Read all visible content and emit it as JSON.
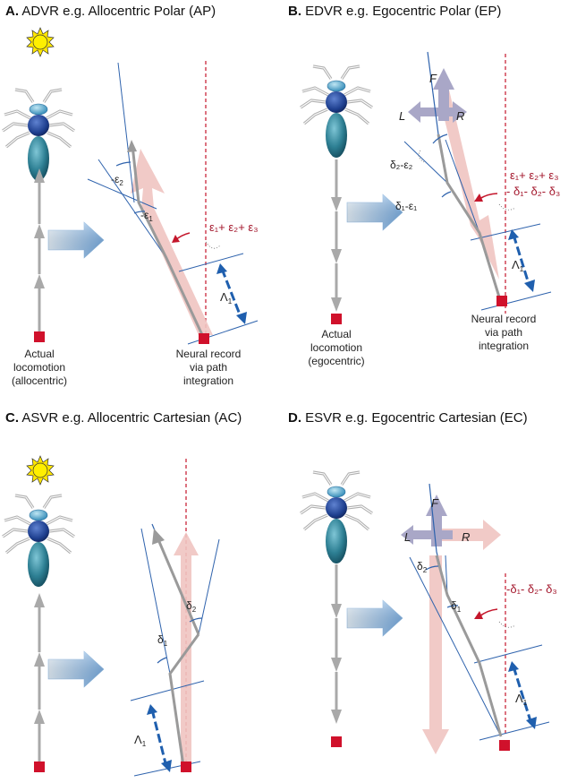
{
  "panels": {
    "a": {
      "letter": "A.",
      "title": "ADVR e.g. Allocentric Polar (AP)"
    },
    "b": {
      "letter": "B.",
      "title": "EDVR e.g. Egocentric Polar (EP)"
    },
    "c": {
      "letter": "C.",
      "title": "ASVR e.g. Allocentric Cartesian (AC)"
    },
    "d": {
      "letter": "D.",
      "title": "ESVR e.g. Egocentric Cartesian (EC)"
    }
  },
  "captions": {
    "actual_allo": [
      "Actual",
      "locomotion",
      "(allocentric)"
    ],
    "actual_ego": [
      "Actual",
      "locomotion",
      "(egocentric)"
    ],
    "neural_record": [
      "Neural record",
      "via path",
      "integration"
    ]
  },
  "labels": {
    "neg_eps2": "-ε",
    "neg_eps1": "-ε",
    "eps_sum": "ε₁+ ε₂+ ε₃",
    "lambda": "Λ",
    "sub1": "1",
    "sub2": "2",
    "forward": "F",
    "left": "L",
    "right": "R",
    "delta2_eps2": "δ₂-ε₂",
    "delta1_eps1": "δ₁-ε₁",
    "ego_polar_line1": "ε₁+ ε₂+ ε₃",
    "ego_polar_line2": "- δ₁- δ₂- δ₃",
    "delta": "δ",
    "neg_delta_sum": "-δ₁- δ₂- δ₃"
  },
  "colors": {
    "track": "#2f63ad",
    "dim": "#1f5fae",
    "red_label": "#a3162b",
    "pink": "#f0c4c1",
    "grey_arrow": "#a9a9a9",
    "big_arrow": "#7fb3e6",
    "marker": "#d0112b",
    "sun": "#ffea00"
  }
}
